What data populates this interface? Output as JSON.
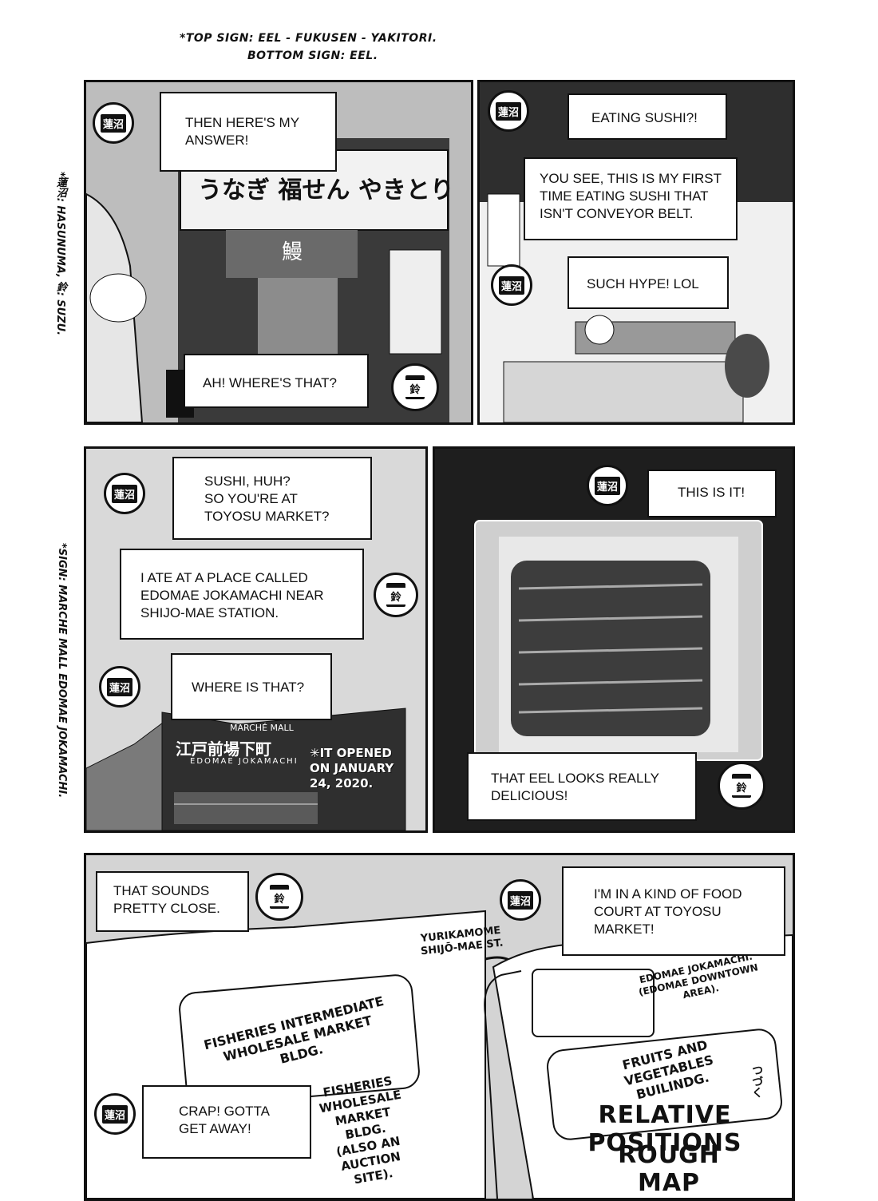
{
  "notes": {
    "top_line1": "*TOP SIGN: EEL - FUKUSEN - YAKITORI.",
    "top_line2": "BOTTOM SIGN: EEL.",
    "left_side1": "*蓮沼: HASUNUMA, 鈴: SUZU.",
    "left_side2": "*SIGN: MARCHE MALL EDOMAE JOKAMACHI."
  },
  "icons": {
    "hasunuma": "蓮沼",
    "suzu": "鈴"
  },
  "panel1": {
    "bubble1": [
      "THEN HERE'S MY",
      "ANSWER!"
    ],
    "bubble2": "AH! WHERE'S THAT?",
    "sign_top": "うなぎ 福せん やきとり",
    "sign_curtain": "鰻"
  },
  "panel2": {
    "bubble1": "EATING SUSHI?!",
    "bubble2": [
      "YOU SEE, THIS IS MY FIRST",
      "TIME EATING SUSHI THAT",
      "ISN'T CONVEYOR BELT."
    ],
    "bubble3": "SUCH HYPE! LOL"
  },
  "panel3": {
    "bubble1": [
      "SUSHI, HUH?",
      "SO YOU'RE AT",
      "TOYOSU MARKET?"
    ],
    "bubble2": [
      "I ATE AT A PLACE CALLED",
      "EDOMAE JOKAMACHI NEAR",
      "SHIJO-MAE STATION."
    ],
    "bubble3": "WHERE IS THAT?",
    "building_sign_top": "MARCHÉ MALL",
    "building_sign_main": "江戸前場下町",
    "building_sign_sub": "EDOMAE JOKAMACHI",
    "opened_note": [
      "✳IT OPENED",
      "ON JANUARY",
      "24, 2020."
    ]
  },
  "panel4": {
    "bubble1": "THIS IS IT!",
    "bubble2": [
      "THAT EEL LOOKS REALLY",
      "DELICIOUS!"
    ]
  },
  "panel5": {
    "bubble1": [
      "THAT SOUNDS",
      "PRETTY CLOSE."
    ],
    "bubble2": [
      "I'M IN A KIND OF FOOD",
      "COURT AT TOYOSU",
      "MARKET!"
    ],
    "bubble3": [
      "CRAP! GOTTA",
      "GET AWAY!"
    ],
    "map_station": [
      "YURIKAMOME",
      "SHIJŌ-MAE ST."
    ],
    "map_edomae": [
      "EDOMAE JOKAMACHI.",
      "(EDOMAE DOWNTOWN AREA)."
    ],
    "map_intermediate": [
      "FISHERIES INTERMEDIATE",
      "WHOLESALE MARKET BLDG."
    ],
    "map_fruits": [
      "FRUITS AND VEGETABLES",
      "BUILINDG."
    ],
    "map_wholesale": [
      "FISHERIES",
      "WHOLESALE",
      "MARKET BLDG.",
      "(ALSO AN",
      "AUCTION SITE)."
    ],
    "map_title1": "RELATIVE POSITIONS",
    "map_title2": "ROUGH MAP",
    "map_doodle": "つづく"
  }
}
